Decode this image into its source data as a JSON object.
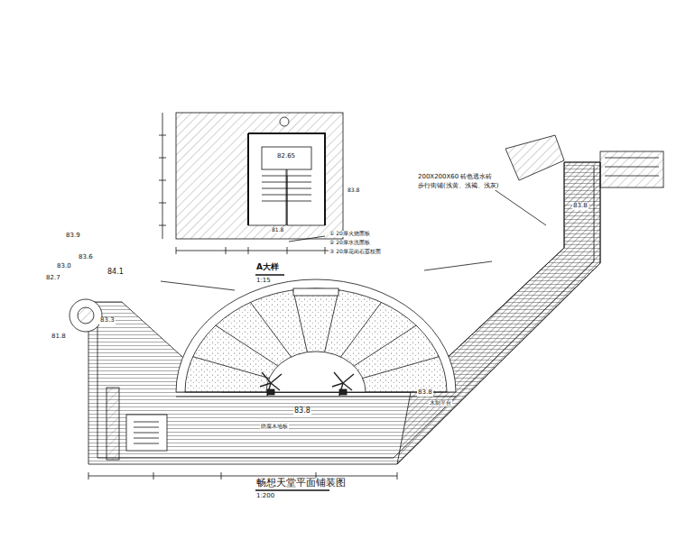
{
  "diagram": {
    "title": "畅想天堂平面铺装图",
    "labels": [
      "A大样",
      "1:15",
      "1:200",
      "200X200X60 砖色透水砖",
      "步行街铺(浅黄、浅褐、浅灰)",
      "84.1",
      "83.9",
      "83.6",
      "83.3",
      "83.0",
      "82.7",
      "81.8",
      "83.8",
      "83.8",
      "83.8",
      "82.65",
      "83.8",
      "81.8",
      "① 20厚火烧面板",
      "② 20厚水洗面板",
      "③ 20厚花岗石荔枝面",
      "木制平台",
      "防腐木地板"
    ]
  }
}
